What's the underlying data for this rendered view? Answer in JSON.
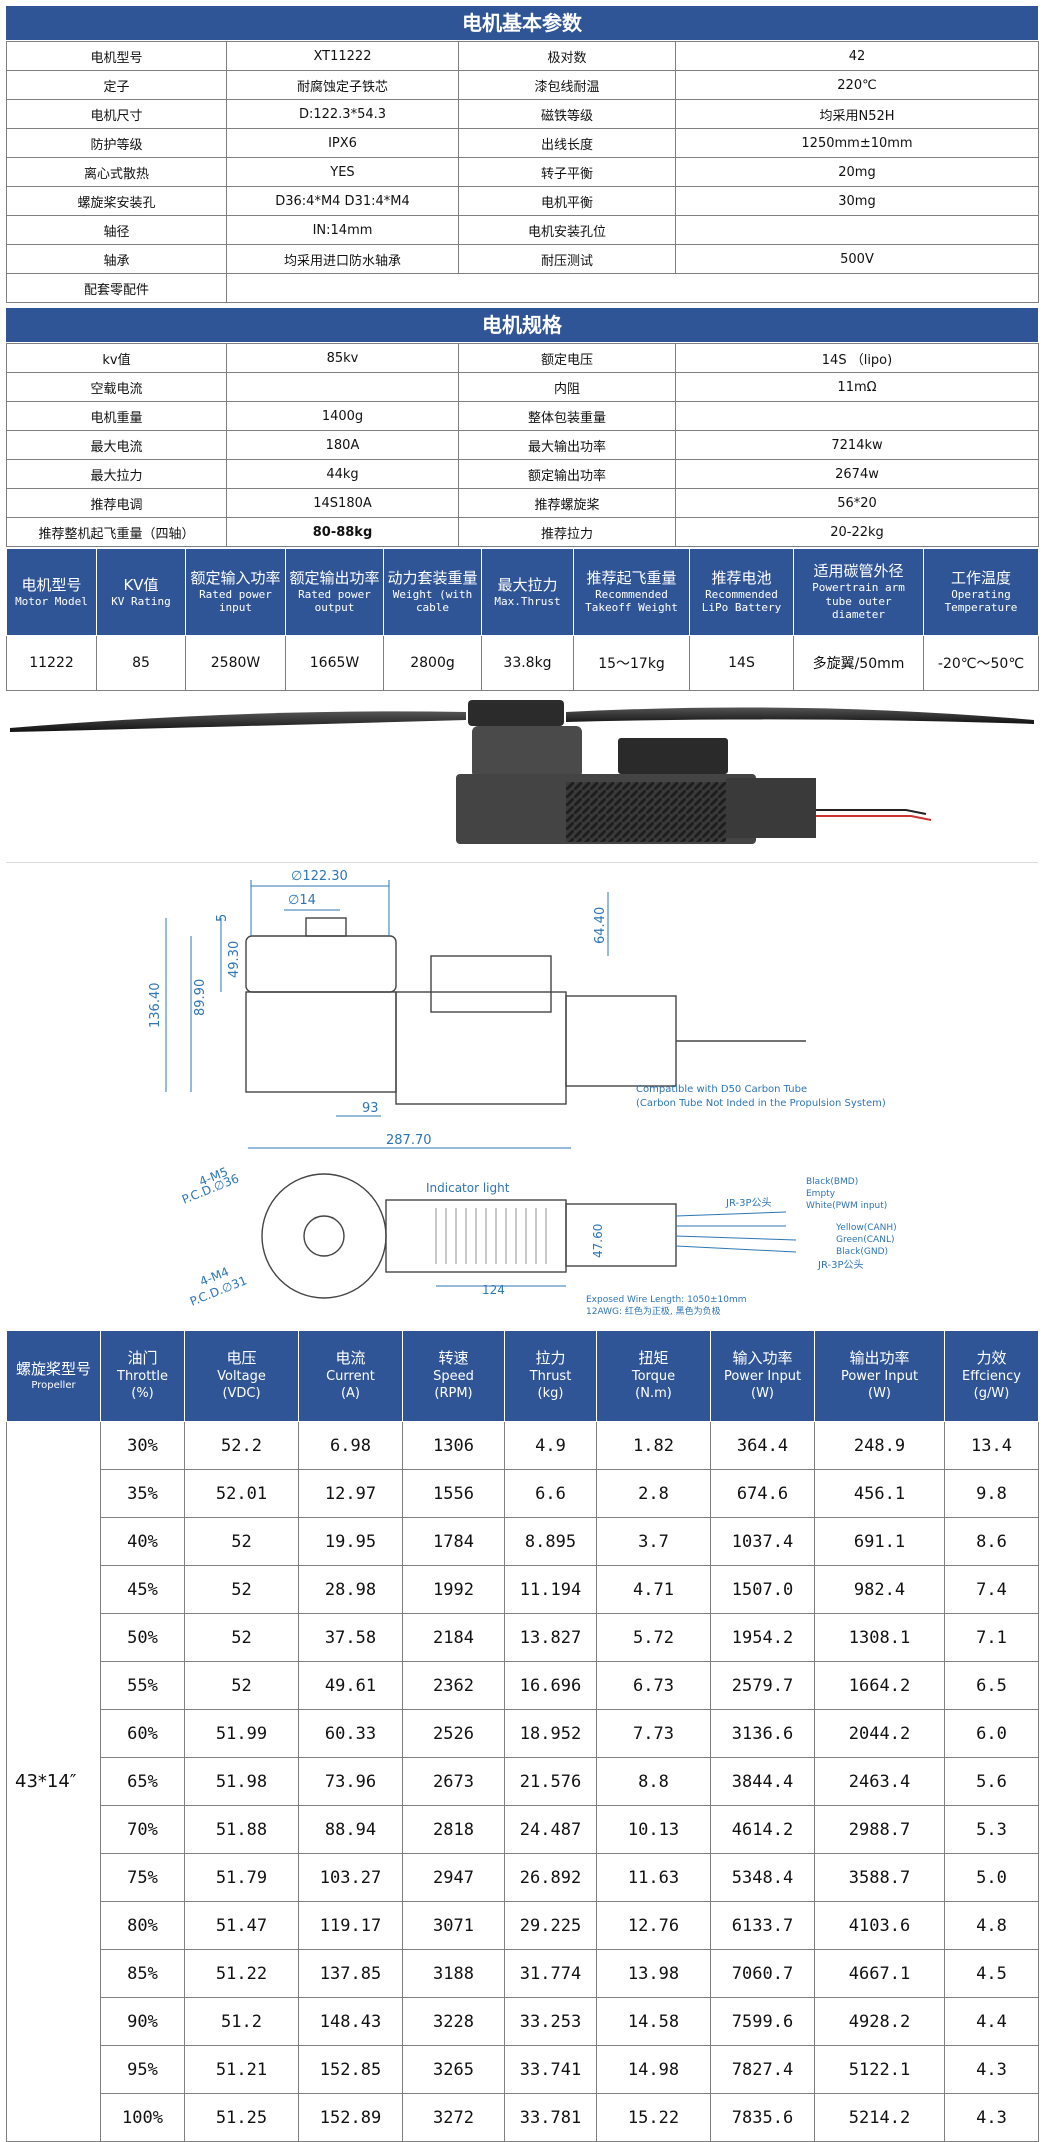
{
  "basic": {
    "title": "电机基本参数",
    "rows": [
      [
        "电机型号",
        "XT11222",
        "极对数",
        "42"
      ],
      [
        "定子",
        "耐腐蚀定子铁芯",
        "漆包线耐温",
        "220℃"
      ],
      [
        "电机尺寸",
        "D:122.3*54.3",
        "磁铁等级",
        "均采用N52H"
      ],
      [
        "防护等级",
        "IPX6",
        "出线长度",
        "1250mm±10mm"
      ],
      [
        "离心式散热",
        "YES",
        "转子平衡",
        "20mg"
      ],
      [
        "螺旋桨安装孔",
        "D36:4*M4 D31:4*M4",
        "电机平衡",
        "30mg"
      ],
      [
        "轴径",
        "IN:14mm",
        "电机安装孔位",
        ""
      ],
      [
        "轴承",
        "均采用进口防水轴承",
        "耐压测试",
        "500V"
      ]
    ],
    "parts_label": "配套零配件"
  },
  "spec": {
    "title": "电机规格",
    "rows": [
      [
        "kv值",
        "85kv",
        "额定电压",
        "14S （lipo)"
      ],
      [
        "空载电流",
        "",
        "内阻",
        "11mΩ"
      ],
      [
        "电机重量",
        "1400g",
        "整体包装重量",
        ""
      ],
      [
        "最大电流",
        "180A",
        "最大输出功率",
        "7214kw"
      ],
      [
        "最大拉力",
        "44kg",
        "额定输出功率",
        "2674w"
      ],
      [
        "推荐电调",
        "14S180A",
        "推荐螺旋桨",
        "56*20"
      ],
      [
        "推荐整机起飞重量（四轴）",
        "80-88kg",
        "推荐拉力",
        "20-22kg"
      ]
    ]
  },
  "summary": {
    "headers": [
      {
        "cn": "电机型号",
        "en": "Motor Model"
      },
      {
        "cn": "KV值",
        "en": "KV Rating"
      },
      {
        "cn": "额定输入功率",
        "en": "Rated power input"
      },
      {
        "cn": "额定输出功率",
        "en": "Rated power output"
      },
      {
        "cn": "动力套装重量",
        "en": "Weight (with cable"
      },
      {
        "cn": "最大拉力",
        "en": "Max.Thrust"
      },
      {
        "cn": "推荐起飞重量",
        "en": "Recommended Takeoff Weight"
      },
      {
        "cn": "推荐电池",
        "en": "Recommended LiPo Battery"
      },
      {
        "cn": "适用碳管外径",
        "en": "Powertrain arm tube outer diameter"
      },
      {
        "cn": "工作温度",
        "en": "Operating Temperature"
      }
    ],
    "row": [
      "11222",
      "85",
      "2580W",
      "1665W",
      "2800g",
      "33.8kg",
      "15～17kg",
      "14S",
      "多旋翼/50mm",
      "-20℃～50℃"
    ]
  },
  "drawing": {
    "d122": "∅122.30",
    "d14": "∅14",
    "h5": "5",
    "h4930": "49.30",
    "h8990": "89.90",
    "h13640": "136.40",
    "h6440": "64.40",
    "w93": "93",
    "w28770": "287.70",
    "note1": "Compatible with D50 Carbon Tube",
    "note2": "(Carbon Tube Not Inded in the Propulsion System)",
    "m5": "4-M5",
    "pcd36": "P.C.D.∅36",
    "m4": "4-M4",
    "pcd31": "P.C.D.∅31",
    "indicator": "Indicator light",
    "jr1": "JR-3P公头",
    "jr2": "JR-3P公头",
    "bmd": "Black(BMD)",
    "empty": "Empty",
    "white": "White(PWM input)",
    "yellow": "Yellow(CANH)",
    "green": "Green(CANL)",
    "black": "Black(GND)",
    "h4760": "47.60",
    "w124": "124",
    "wire1": "Exposed Wire Length: 1050±10mm",
    "wire2": "12AWG: 红色为正极, 黑色为负极"
  },
  "perf": {
    "headers": [
      {
        "cn": "螺旋桨型号",
        "en": "Propeller",
        "small": true
      },
      {
        "cn": "油门",
        "en": "Throttle",
        "u": "(%)"
      },
      {
        "cn": "电压",
        "en": "Voltage",
        "u": "(VDC)"
      },
      {
        "cn": "电流",
        "en": "Current",
        "u": "(A)"
      },
      {
        "cn": "转速",
        "en": "Speed",
        "u": "(RPM)"
      },
      {
        "cn": "拉力",
        "en": "Thrust",
        "u": "(kg)"
      },
      {
        "cn": "扭矩",
        "en": "Torque",
        "u": "(N.m)"
      },
      {
        "cn": "输入功率",
        "en": "Power Input",
        "u": "(W)"
      },
      {
        "cn": "输出功率",
        "en": "Power Input",
        "u": "(W)"
      },
      {
        "cn": "力效",
        "en": "Effciency",
        "u": "(g/W)"
      }
    ],
    "propeller": "43*14″",
    "rows": [
      [
        "30%",
        "52.2",
        "6.98",
        "1306",
        "4.9",
        "1.82",
        "364.4",
        "248.9",
        "13.4"
      ],
      [
        "35%",
        "52.01",
        "12.97",
        "1556",
        "6.6",
        "2.8",
        "674.6",
        "456.1",
        "9.8"
      ],
      [
        "40%",
        "52",
        "19.95",
        "1784",
        "8.895",
        "3.7",
        "1037.4",
        "691.1",
        "8.6"
      ],
      [
        "45%",
        "52",
        "28.98",
        "1992",
        "11.194",
        "4.71",
        "1507.0",
        "982.4",
        "7.4"
      ],
      [
        "50%",
        "52",
        "37.58",
        "2184",
        "13.827",
        "5.72",
        "1954.2",
        "1308.1",
        "7.1"
      ],
      [
        "55%",
        "52",
        "49.61",
        "2362",
        "16.696",
        "6.73",
        "2579.7",
        "1664.2",
        "6.5"
      ],
      [
        "60%",
        "51.99",
        "60.33",
        "2526",
        "18.952",
        "7.73",
        "3136.6",
        "2044.2",
        "6.0"
      ],
      [
        "65%",
        "51.98",
        "73.96",
        "2673",
        "21.576",
        "8.8",
        "3844.4",
        "2463.4",
        "5.6"
      ],
      [
        "70%",
        "51.88",
        "88.94",
        "2818",
        "24.487",
        "10.13",
        "4614.2",
        "2988.7",
        "5.3"
      ],
      [
        "75%",
        "51.79",
        "103.27",
        "2947",
        "26.892",
        "11.63",
        "5348.4",
        "3588.7",
        "5.0"
      ],
      [
        "80%",
        "51.47",
        "119.17",
        "3071",
        "29.225",
        "12.76",
        "6133.7",
        "4103.6",
        "4.8"
      ],
      [
        "85%",
        "51.22",
        "137.85",
        "3188",
        "31.774",
        "13.98",
        "7060.7",
        "4667.1",
        "4.5"
      ],
      [
        "90%",
        "51.2",
        "148.43",
        "3228",
        "33.253",
        "14.58",
        "7599.6",
        "4928.2",
        "4.4"
      ],
      [
        "95%",
        "51.21",
        "152.85",
        "3265",
        "33.741",
        "14.98",
        "7827.4",
        "5122.1",
        "4.3"
      ],
      [
        "100%",
        "51.25",
        "152.89",
        "3272",
        "33.781",
        "15.22",
        "7835.6",
        "5214.2",
        "4.3"
      ]
    ]
  }
}
